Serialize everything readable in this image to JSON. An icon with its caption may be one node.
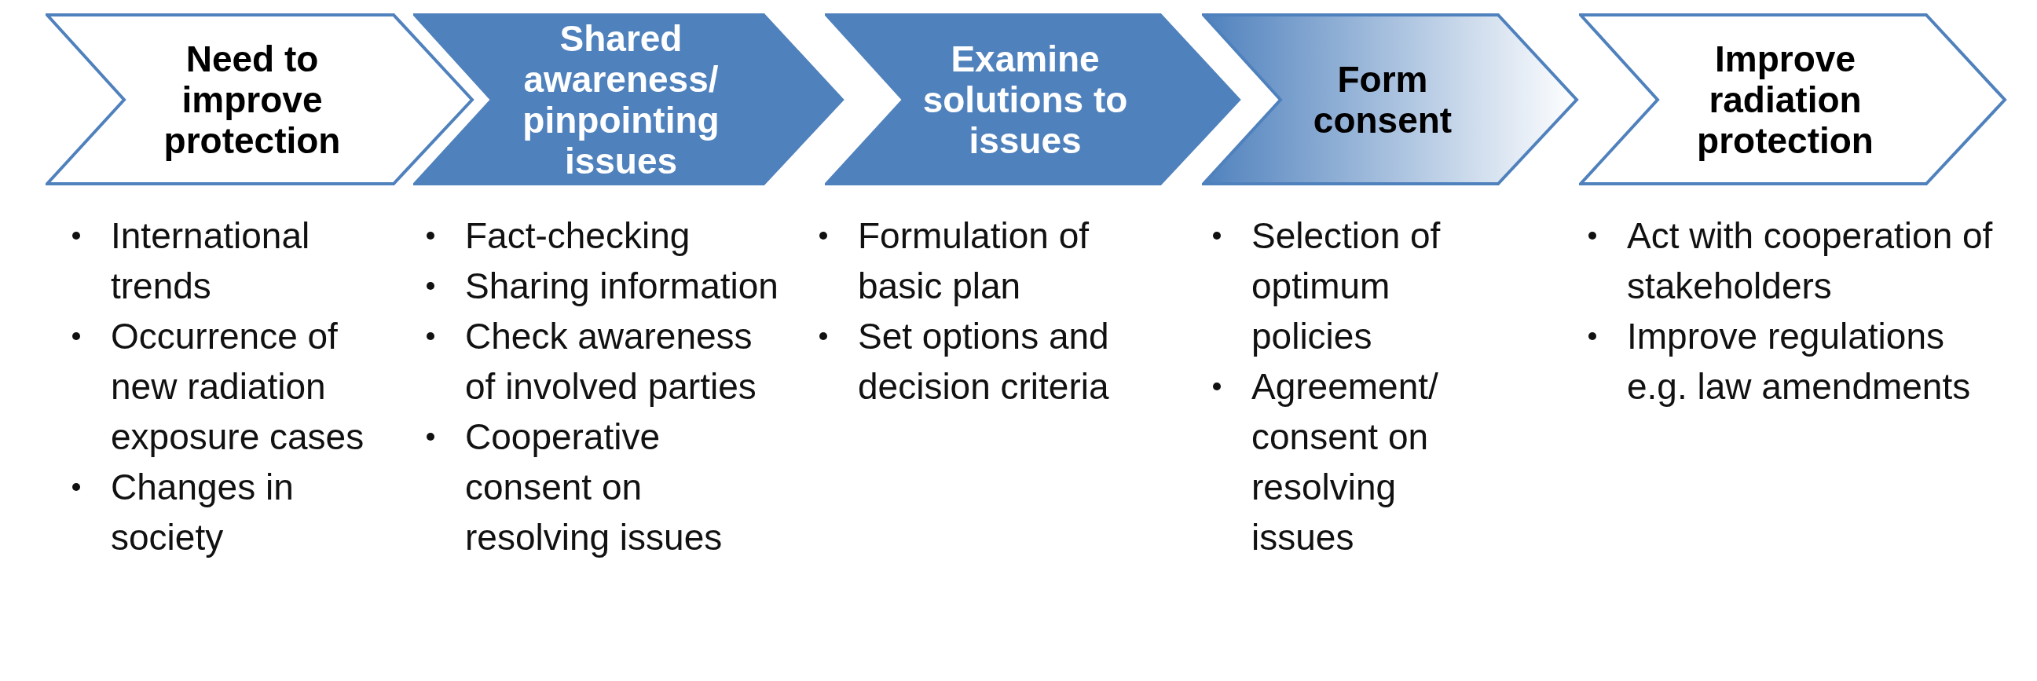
{
  "diagram": {
    "nodes": [
      {
        "text": [
          "Need to improve protection"
        ],
        "beside": [
          "International trends",
          "Occurrence of new radiation exposure cases",
          "Changes in society"
        ]
      },
      {
        "text": [
          "Shared awareness/ pinpointing issues"
        ],
        "beside": [
          "Fact-checking",
          "Sharing information",
          "Check awareness of involved parties",
          "Cooperative consent on resolving issues"
        ]
      },
      {
        "text": [
          "Examine solutions to issues"
        ],
        "beside": [
          "Formulation of basic plan",
          "Set options and decision criteria"
        ]
      },
      {
        "text": [
          "Form consent"
        ],
        "beside": [
          "Selection of optimum policies",
          "Agreement/ consent on resolving issues"
        ]
      },
      {
        "text": [
          "Improve radiation protection"
        ],
        "beside": [
          "Act with cooperation of stakeholders",
          "Improve regulations e.g. law amendments"
        ]
      }
    ],
    "edges": []
  }
}
